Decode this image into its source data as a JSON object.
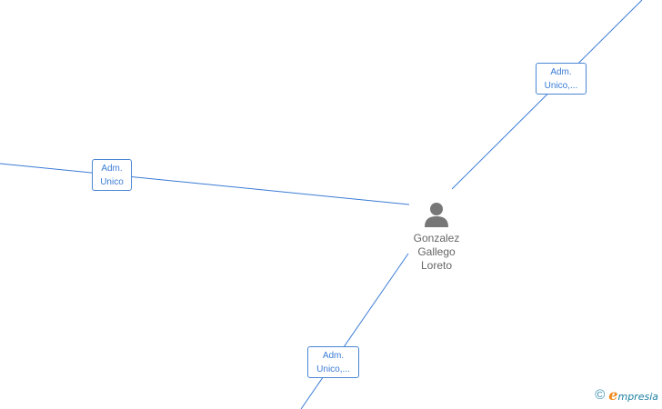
{
  "person": {
    "name_lines": [
      "Gonzalez",
      "Gallego",
      "Loreto"
    ]
  },
  "relations": [
    {
      "id": "left",
      "label_lines": [
        "Adm.",
        "Unico"
      ]
    },
    {
      "id": "top-right",
      "label_lines": [
        "Adm.",
        "Unico,..."
      ]
    },
    {
      "id": "bottom",
      "label_lines": [
        "Adm.",
        "Unico,..."
      ]
    }
  ],
  "watermark": {
    "copyright_symbol": "©",
    "brand_first_letter": "e",
    "brand_rest": "mpresia"
  },
  "colors": {
    "edge": "#3a7bd5",
    "label_border": "#4a86d4",
    "label_text": "#3a7bd5",
    "person_icon": "#777777",
    "person_text": "#666666",
    "brand_orange": "#f08a1c",
    "brand_blue": "#1b7fa0"
  },
  "icons": {
    "person": "person-icon"
  }
}
